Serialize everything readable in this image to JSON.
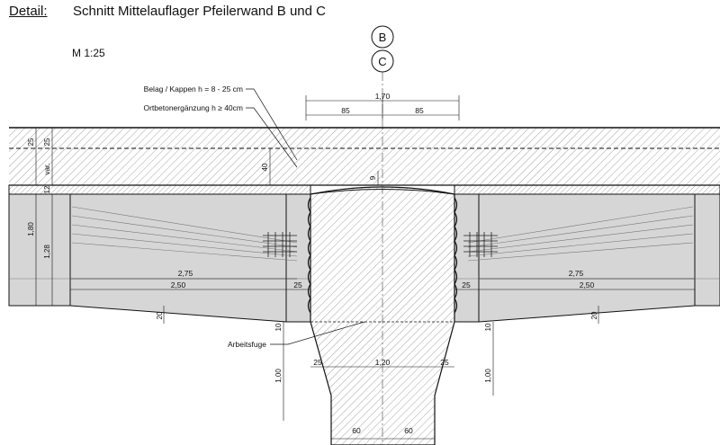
{
  "header": {
    "label": "Detail:",
    "title": "Schnitt Mittelauflager Pfeilerwand B und C",
    "scale": "M 1:25"
  },
  "axes": [
    "B",
    "C"
  ],
  "callouts": {
    "belag": "Belag / Kappen h = 8 - 25 cm",
    "ortbeton": "Ortbetonergänzung h ≥ 40cm",
    "arbeitsfuge": "Arbeitsfuge"
  },
  "dims": {
    "top_total": "1,70",
    "top_left": "85",
    "top_right": "85",
    "belag_25a": "25",
    "belag_25b": "25",
    "var": "var.",
    "ortbeton_40": "40",
    "gap_9": "9",
    "girder_12": "12",
    "girder_180": "1,80",
    "girder_128": "1,28",
    "left_275": "2,75",
    "left_250": "2,50",
    "left_25": "25",
    "right_25": "25",
    "right_275": "2,75",
    "right_250": "2,50",
    "left_20": "20",
    "right_20": "20",
    "left_10": "10",
    "right_10": "10",
    "left_100": "1,00",
    "right_100": "1,00",
    "pier_25_left": "25",
    "pier_120": "1,20",
    "pier_25_right": "25",
    "pier_60_left": "60",
    "pier_60_right": "60"
  }
}
